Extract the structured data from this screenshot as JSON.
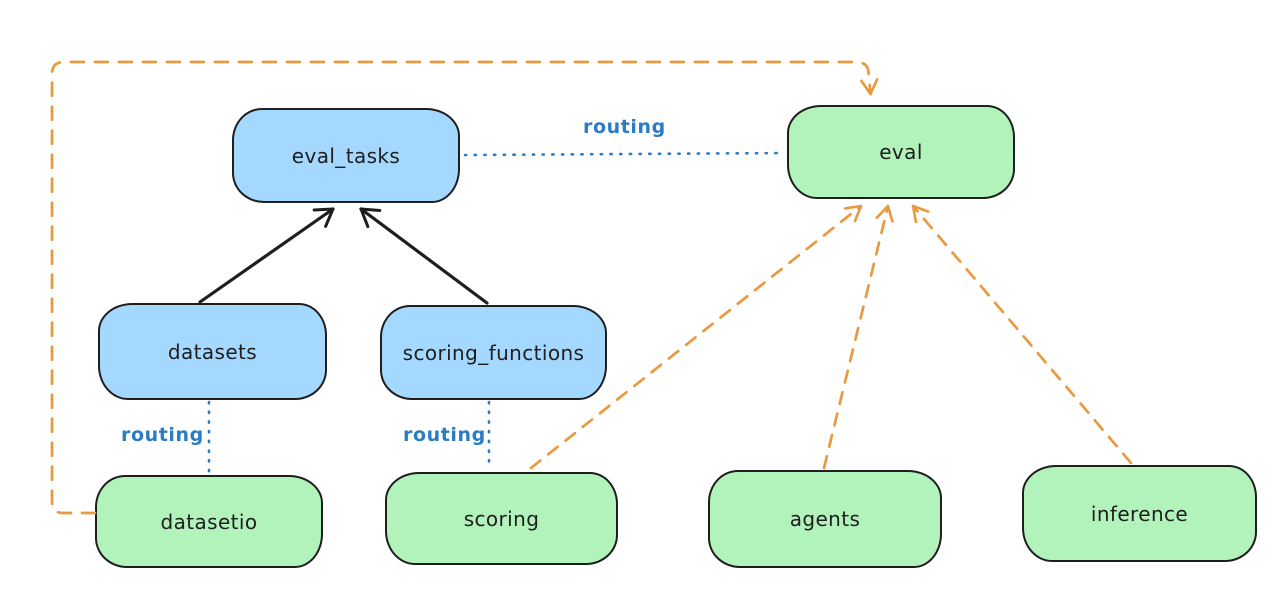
{
  "colors": {
    "background": "#ffffff",
    "stroke": "#1e1e1e",
    "resource_fill": "#a5d8ff",
    "api_fill": "#b2f2bb",
    "routing_blue": "#2b7bc5",
    "provider_orange": "#e9993f"
  },
  "nodes": {
    "eval_tasks": {
      "label": "eval_tasks",
      "kind": "resource"
    },
    "eval": {
      "label": "eval",
      "kind": "api"
    },
    "datasets": {
      "label": "datasets",
      "kind": "resource"
    },
    "scoring_functions": {
      "label": "scoring_functions",
      "kind": "resource"
    },
    "datasetio": {
      "label": "datasetio",
      "kind": "api"
    },
    "scoring": {
      "label": "scoring",
      "kind": "api"
    },
    "agents": {
      "label": "agents",
      "kind": "api"
    },
    "inference": {
      "label": "inference",
      "kind": "api"
    }
  },
  "edge_labels": {
    "routing_eval_tasks_to_eval": "routing",
    "routing_datasets_to_datasetio": "routing",
    "routing_scoring_functions_to_scoring": "routing"
  }
}
